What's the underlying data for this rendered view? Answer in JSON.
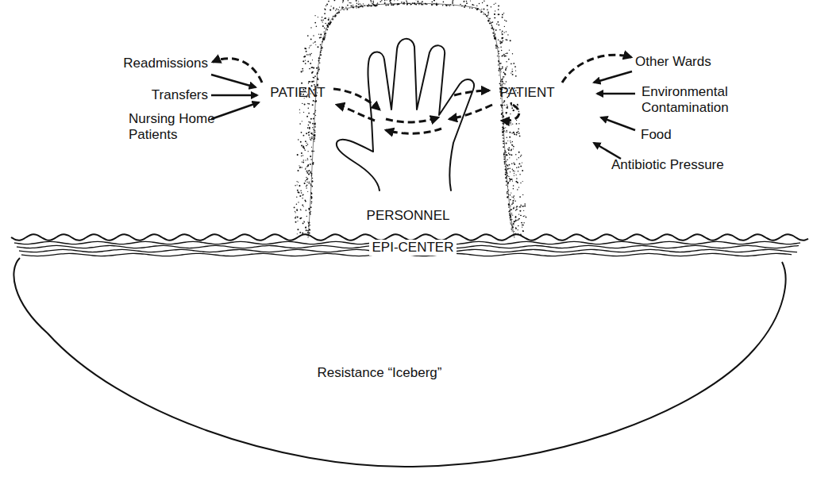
{
  "diagram": {
    "nodes": [
      {
        "text": [
          "PERSONNEL"
        ]
      },
      {
        "text": [
          "Resistance “Iceberg”"
        ]
      }
    ],
    "labels": [
      "Readmissions",
      "Transfers",
      "Nursing Home Patients",
      "PATIENT",
      "PATIENT",
      "Other Wards",
      "Environmental Contamination",
      "Food",
      "Antibiotic Pressure",
      "EPI-CENTER"
    ]
  }
}
